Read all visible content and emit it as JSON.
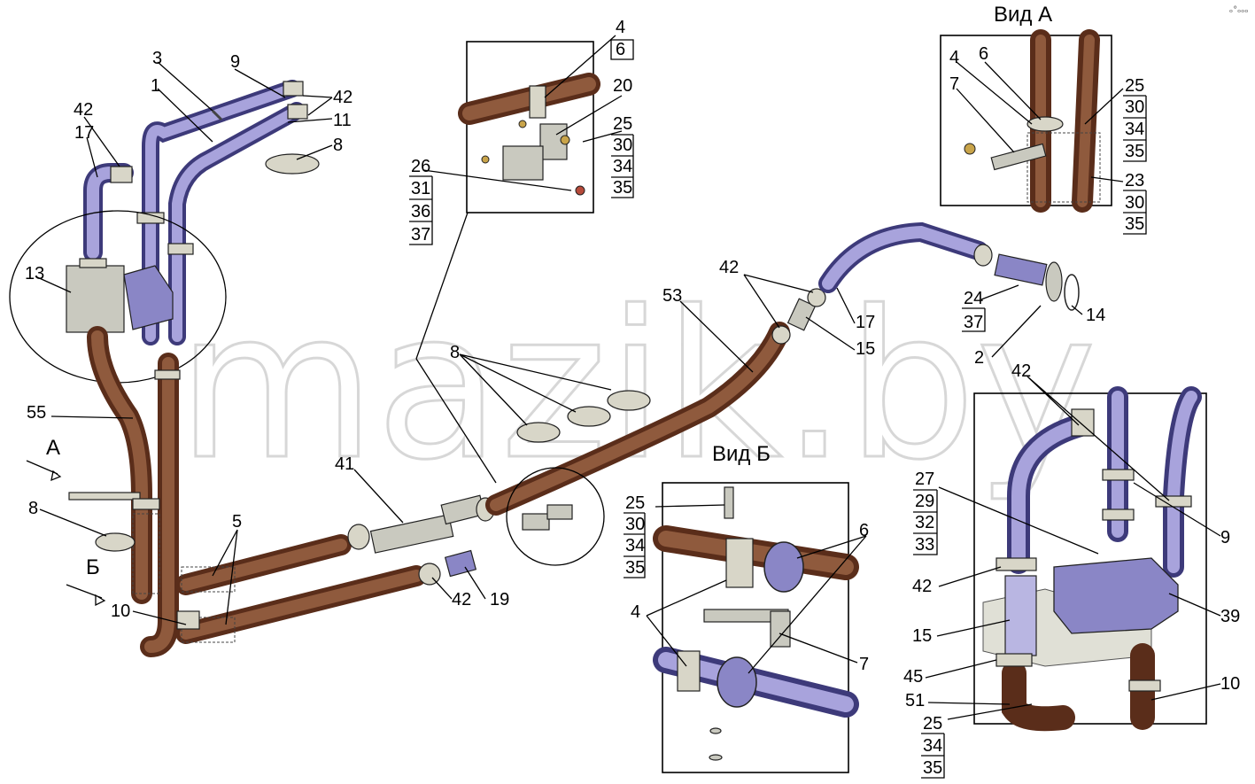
{
  "watermark": "mazik.by",
  "corner_mark": "ₒ°ₒₒₒ",
  "views": {
    "view_a_title": "Вид А",
    "view_b_title": "Вид Б"
  },
  "arrows": {
    "a": "А",
    "b": "Б"
  },
  "callouts": [
    "3",
    "9",
    "42",
    "1",
    "11",
    "8",
    "42",
    "17",
    "13",
    "55",
    "8",
    "10",
    "5",
    "41",
    "42",
    "19",
    "53",
    "42",
    "17",
    "15",
    "24",
    "37",
    "14",
    "2",
    "4",
    "6",
    "20",
    "25",
    "30",
    "34",
    "35",
    "26",
    "31",
    "36",
    "37",
    "8",
    "25",
    "30",
    "34",
    "35",
    "6",
    "4",
    "7",
    "4",
    "6",
    "7",
    "25",
    "30",
    "34",
    "35",
    "23",
    "30",
    "35",
    "42",
    "27",
    "29",
    "32",
    "33",
    "9",
    "42",
    "39",
    "15",
    "45",
    "10",
    "51",
    "25",
    "34",
    "35"
  ]
}
